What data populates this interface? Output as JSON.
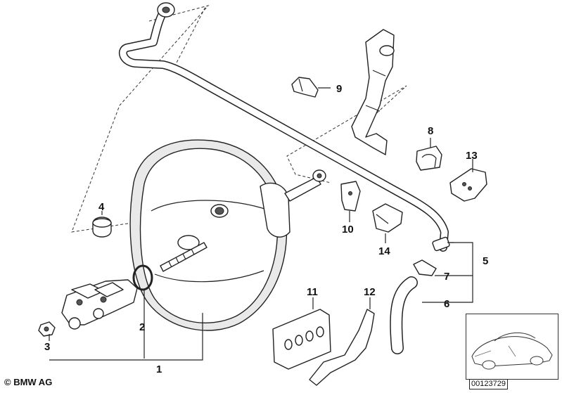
{
  "callouts": [
    "1",
    "2",
    "3",
    "4",
    "5",
    "6",
    "7",
    "8",
    "9",
    "10",
    "11",
    "12",
    "13",
    "14"
  ],
  "copyright": "© BMW AG",
  "doc_number": "00123729"
}
